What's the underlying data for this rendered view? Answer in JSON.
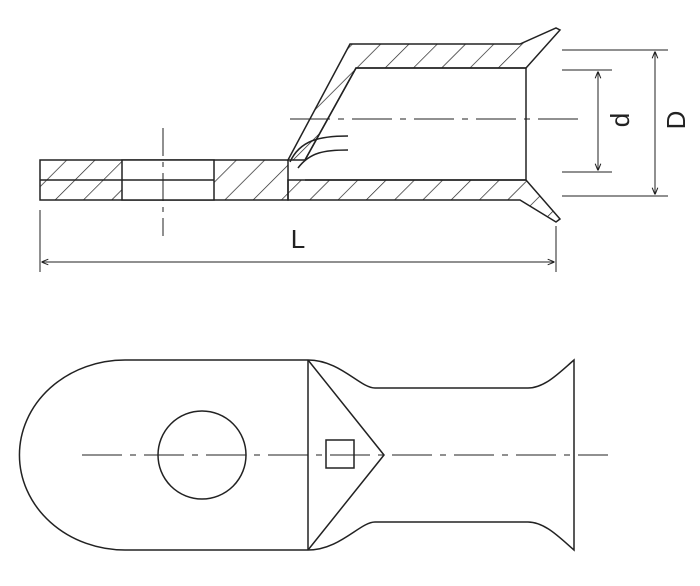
{
  "colors": {
    "line": "#222222",
    "background": "#ffffff"
  },
  "labels": {
    "length": "L",
    "inner_diameter": "d",
    "outer_diameter": "D"
  }
}
